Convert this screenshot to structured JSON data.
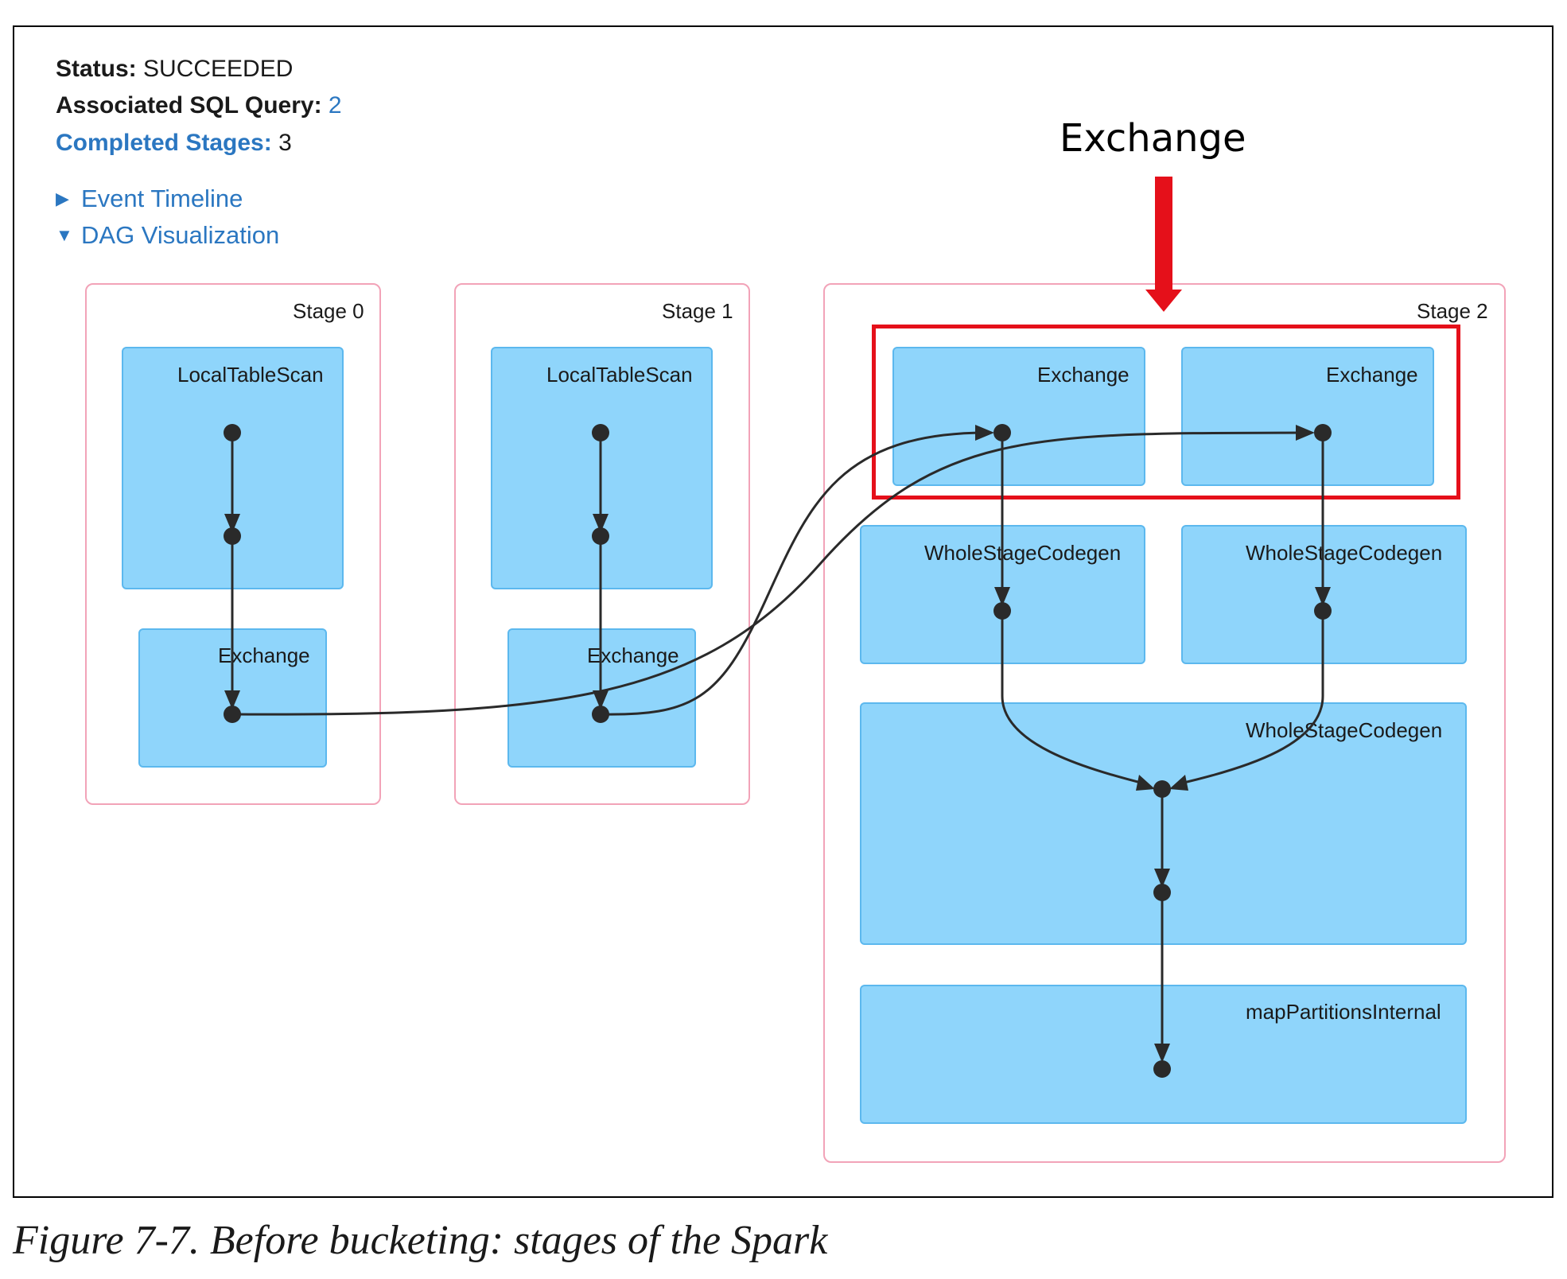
{
  "status": {
    "label": "Status:",
    "value": "SUCCEEDED"
  },
  "sql_query": {
    "label": "Associated SQL Query:",
    "value": "2"
  },
  "completed_stages": {
    "label": "Completed Stages:",
    "value": "3"
  },
  "toggles": {
    "event_timeline": "Event Timeline",
    "dag_visualization": "DAG Visualization"
  },
  "stages": [
    {
      "label": "Stage 0",
      "ops": [
        "LocalTableScan",
        "Exchange"
      ]
    },
    {
      "label": "Stage 1",
      "ops": [
        "LocalTableScan",
        "Exchange"
      ]
    },
    {
      "label": "Stage 2",
      "ops": [
        "Exchange",
        "Exchange",
        "WholeStageCodegen",
        "WholeStageCodegen",
        "WholeStageCodegen",
        "mapPartitionsInternal"
      ]
    }
  ],
  "callout": {
    "label": "Exchange"
  },
  "caption": "Figure 7-7. Before bucketing: stages of the Spark",
  "colors": {
    "link": "#2b77c1",
    "stage_border": "#f2a3b8",
    "op_fill": "#8fd5fb",
    "op_border": "#5cb8ee",
    "highlight": "#e5101a",
    "edge": "#2a2a2a"
  }
}
